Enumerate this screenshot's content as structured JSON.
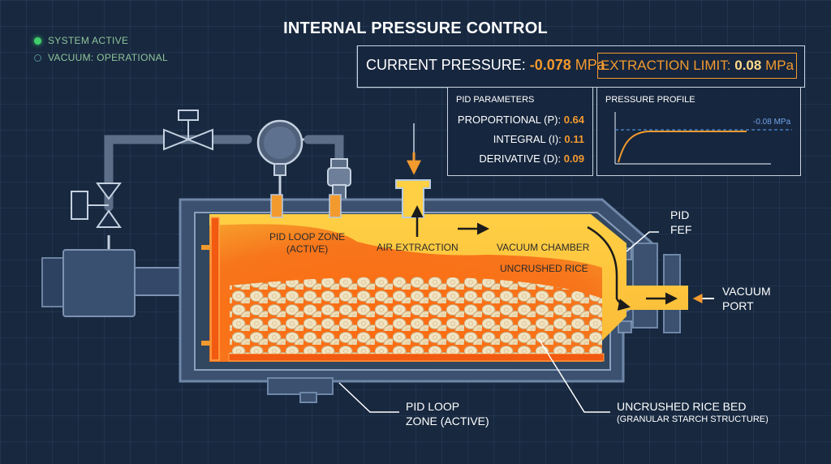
{
  "status": {
    "system": "SYSTEM ACTIVE",
    "vacuum": "VACUUM: OPERATIONAL",
    "active_color": "#3fcf6a"
  },
  "title": "INTERNAL PRESSURE CONTROL",
  "readout": {
    "current_label": "CURRENT PRESSURE:",
    "current_value": "-0.078",
    "current_unit": "MPa",
    "limit_label": "EXTRACTION LIMIT:",
    "limit_value": "0.08",
    "limit_unit": "MPa"
  },
  "pid": {
    "title": "PID PARAMETERS",
    "proportional_label": "PROPORTIONAL (P):",
    "proportional_value": "0.64",
    "integral_label": "INTEGRAL (I):",
    "integral_value": "0.11",
    "derivative_label": "DERIVATIVE (D):",
    "derivative_value": "0.09"
  },
  "profile": {
    "title": "PRESSURE PROFILE",
    "target_label": "-0.08 MPa",
    "accent_color": "#f39a2e",
    "target_color": "#4f8fd8"
  },
  "diagram": {
    "zone_label_line1": "PID LOOP ZONE",
    "zone_label_line2": "(ACTIVE)",
    "air_extraction": "AIR EXTRACTION",
    "vacuum_chamber": "VACUUM CHAMBER",
    "uncrushed_rice": "UNCRUSHED RICE",
    "pid_fef_line1": "PID",
    "pid_fef_line2": "FEF",
    "vacuum_port_line1": "VACUUM",
    "vacuum_port_line2": "PORT",
    "bottom_zone_line1": "PID LOOP",
    "bottom_zone_line2": "ZONE (ACTIVE)",
    "rice_bed_line1": "UNCRUSHED RICE BED",
    "rice_bed_line2": "(GRANULAR STARCH STRUCTURE)"
  }
}
